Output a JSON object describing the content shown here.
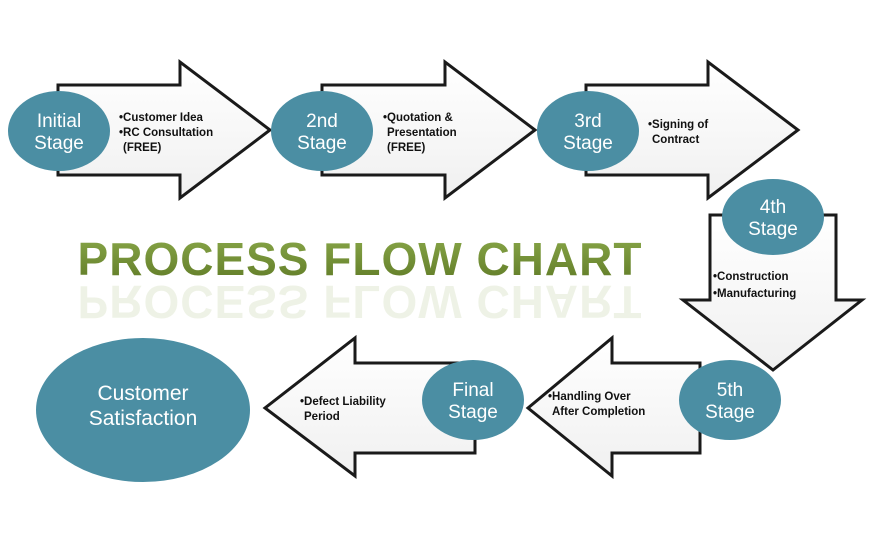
{
  "title": "PROCESS FLOW CHART",
  "colors": {
    "stage_fill": "#4b8ea3",
    "title_green": "#6f8c2f",
    "arrow_outline": "#1a1a1a",
    "arrow_fill": "#ffffff"
  },
  "stages": [
    {
      "id": "initial",
      "lines": [
        "Initial",
        "Stage"
      ],
      "bullets": [
        "•Customer Idea",
        "•RC Consultation",
        "(FREE)"
      ]
    },
    {
      "id": "second",
      "lines": [
        "2nd",
        "Stage"
      ],
      "bullets": [
        "•Quotation &",
        "Presentation",
        "(FREE)"
      ]
    },
    {
      "id": "third",
      "lines": [
        "3rd",
        "Stage"
      ],
      "bullets": [
        "•Signing of",
        "Contract"
      ]
    },
    {
      "id": "fourth",
      "lines": [
        "4th",
        "Stage"
      ],
      "bullets": [
        "•Construction",
        "•Manufacturing"
      ]
    },
    {
      "id": "fifth",
      "lines": [
        "5th",
        "Stage"
      ],
      "bullets": [
        "•Handling Over",
        "After Completion"
      ]
    },
    {
      "id": "final",
      "lines": [
        "Final",
        "Stage"
      ],
      "bullets": [
        "•Defect Liability",
        "Period"
      ]
    }
  ],
  "outcome": {
    "lines": [
      "Customer",
      "Satisfaction"
    ]
  }
}
